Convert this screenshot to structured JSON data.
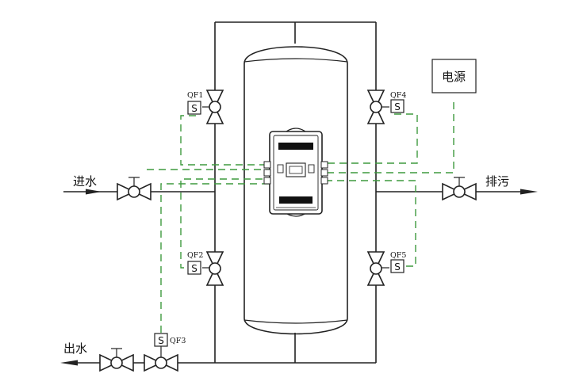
{
  "labels": {
    "inlet": "进水",
    "outlet": "出水",
    "drain": "排污",
    "power": "电源"
  },
  "valves": {
    "qf1": "QF1",
    "qf2": "QF2",
    "qf3": "QF3",
    "qf4": "QF4",
    "qf5": "QF5",
    "solenoid_letter": "S"
  },
  "controller": {
    "title": "",
    "brand": ""
  },
  "colors": {
    "pipe": "#222222",
    "control_line": "#3f9a3f"
  }
}
